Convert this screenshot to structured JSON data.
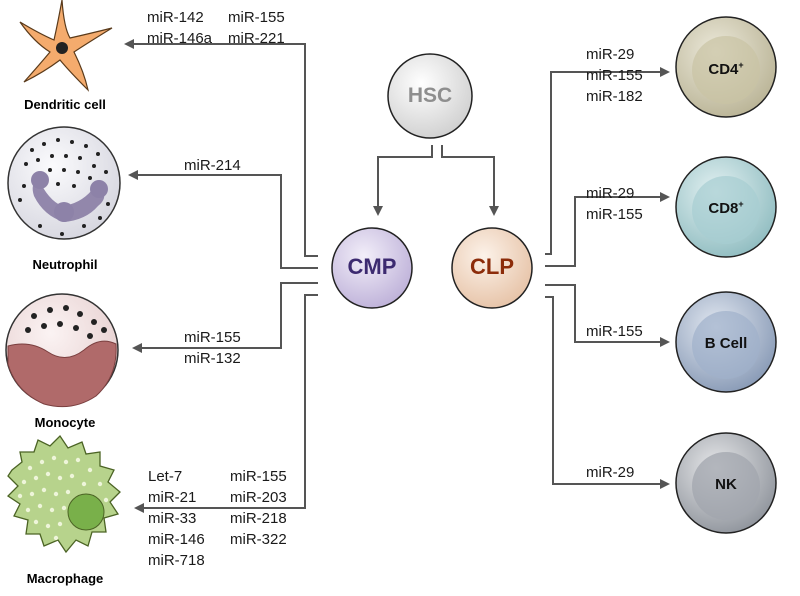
{
  "progenitors": {
    "hsc": {
      "label": "HSC",
      "color": "#8e8e8e"
    },
    "cmp": {
      "label": "CMP",
      "color": "#3c2a70"
    },
    "clp": {
      "label": "CLP",
      "color": "#8c2c0a"
    }
  },
  "myeloid_cells": {
    "dendritic": {
      "name": "Dendritic cell",
      "mirnas_left": [
        "miR-142",
        "miR-146a"
      ],
      "mirnas_right": [
        "miR-155",
        "miR-221"
      ]
    },
    "neutrophil": {
      "name": "Neutrophil",
      "mirnas": [
        "miR-214"
      ]
    },
    "monocyte": {
      "name": "Monocyte",
      "mirnas": [
        "miR-155",
        "miR-132"
      ]
    },
    "macrophage": {
      "name": "Macrophage",
      "mirnas_left": [
        "Let-7",
        "miR-21",
        "miR-33",
        "miR-146",
        "miR-718"
      ],
      "mirnas_right": [
        "miR-155",
        "miR-203",
        "miR-218",
        "miR-322"
      ]
    }
  },
  "lymphoid_cells": {
    "cd4": {
      "name": "CD4",
      "sup": "+",
      "mirnas": [
        "miR-29",
        "miR-155",
        "miR-182"
      ]
    },
    "cd8": {
      "name": "CD8",
      "sup": "+",
      "mirnas": [
        "miR-29",
        "miR-155"
      ]
    },
    "bcell": {
      "name": "B Cell",
      "mirnas": [
        "miR-155"
      ]
    },
    "nk": {
      "name": "NK",
      "mirnas": [
        "miR-29"
      ]
    }
  },
  "colors": {
    "arrow": "#555555",
    "hsc_fill": "#e6e6e6",
    "cmp_fill": "#d9d2ea",
    "clp_fill": "#f3dfcf",
    "cd4_fill": "#d6d2bc",
    "cd8_fill": "#bcd9db",
    "bcell_fill": "#b4c2d6",
    "nk_fill": "#b8bcc2",
    "neutrophil_nucleus": "#8d82a8",
    "monocyte_nucleus": "#b36b6b",
    "macrophage_body": "#b5d08a",
    "dendritic_body": "#f2a86a"
  }
}
